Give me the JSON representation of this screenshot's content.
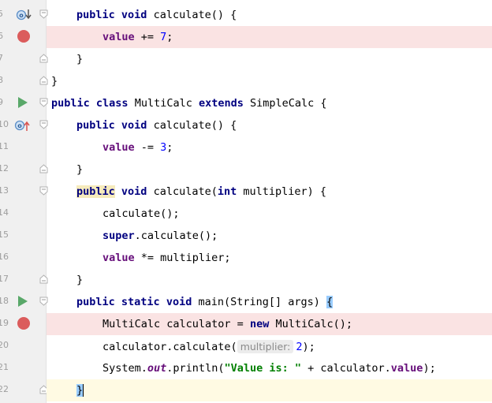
{
  "line_numbers": [
    "5",
    "6",
    "7",
    "8",
    "9",
    "10",
    "11",
    "12",
    "13",
    "14",
    "15",
    "16",
    "17",
    "18",
    "19",
    "20",
    "21",
    "22"
  ],
  "code": {
    "l5": {
      "kw1": "public",
      "kw2": "void",
      "t1": " calculate() {"
    },
    "l6": {
      "f1": "value",
      "t1": " += ",
      "n1": "7",
      "t2": ";"
    },
    "l7": {
      "t1": "}"
    },
    "l8": {
      "t1": "}"
    },
    "l9": {
      "kw1": "public",
      "kw2": "class",
      "t1": " MultiCalc ",
      "kw3": "extends",
      "t2": " SimpleCalc {"
    },
    "l10": {
      "kw1": "public",
      "kw2": "void",
      "t1": " calculate() {"
    },
    "l11": {
      "f1": "value",
      "t1": " -= ",
      "n1": "3",
      "t2": ";"
    },
    "l12": {
      "t1": "}"
    },
    "l13": {
      "kw1": "public",
      "kw2": "void",
      "t1": " calculate(",
      "kw3": "int",
      "t2": " multiplier) {"
    },
    "l14": {
      "t1": "calculate();"
    },
    "l15": {
      "kw1": "super",
      "t1": ".calculate();"
    },
    "l16": {
      "f1": "value",
      "t1": " *= multiplier;"
    },
    "l17": {
      "t1": "}"
    },
    "l18": {
      "kw1": "public",
      "kw2": "static",
      "kw3": "void",
      "t1": " main(String[] args) ",
      "b1": "{"
    },
    "l19": {
      "t1": "MultiCalc calculator = ",
      "kw1": "new",
      "t2": " MultiCalc();"
    },
    "l20": {
      "t1": "calculator.calculate(",
      "hint": "multiplier:",
      "n1": "2",
      "t2": ");"
    },
    "l21": {
      "t1": "System.",
      "s1": "out",
      "t2": ".println(",
      "str1": "\"Value is: \"",
      "t3": " + calculator.",
      "f1": "value",
      "t4": ");"
    },
    "l22": {
      "b1": "}"
    }
  },
  "gutter_icons": {
    "l5": "overridden-method-icon",
    "l6": "breakpoint-icon",
    "l9": "run-icon",
    "l10": "overriding-method-icon",
    "l18": "run-icon",
    "l19": "breakpoint-icon"
  },
  "colors": {
    "keyword": "#000080",
    "field": "#660e7a",
    "number": "#0000ff",
    "string": "#008000",
    "breakpoint": "#db5c5c",
    "breakpoint_line": "#fae3e3",
    "current_line": "#fffae3",
    "brace_match": "#99ccff",
    "run": "#59a869"
  }
}
